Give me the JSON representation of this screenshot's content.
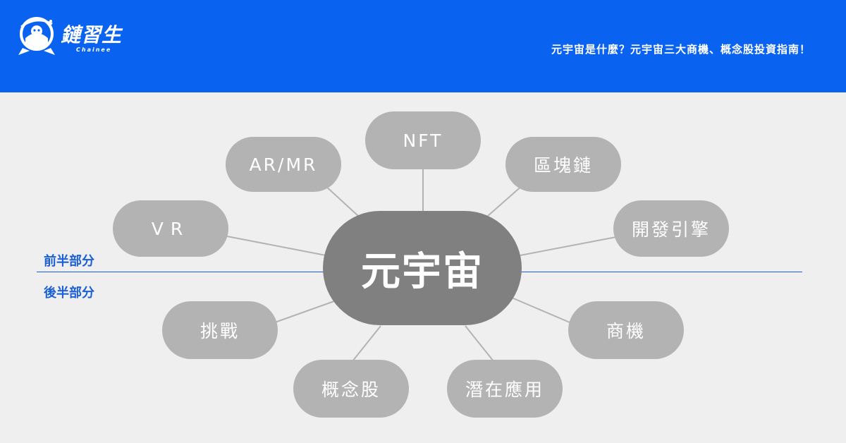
{
  "header": {
    "logo_text": "鏈習生",
    "logo_sub": "Chainee",
    "title": "元宇宙是什麼？元宇宙三大商機、概念股投資指南！"
  },
  "diagram": {
    "center": "元宇宙",
    "nodes": {
      "nft": "NFT",
      "armr": "AR/MR",
      "blockchain": "區塊鏈",
      "vr": "VR",
      "engine": "開發引擎",
      "challenge": "挑戰",
      "business": "商機",
      "concept_stock": "概念股",
      "applications": "潛在應用"
    },
    "labels": {
      "first_half": "前半部分",
      "second_half": "後半部分"
    }
  },
  "colors": {
    "header_bg": "#0a62f0",
    "page_bg": "#efefef",
    "center_fill": "#808080",
    "node_fill": "#b3b3b3",
    "divider": "#1a5fd6"
  }
}
